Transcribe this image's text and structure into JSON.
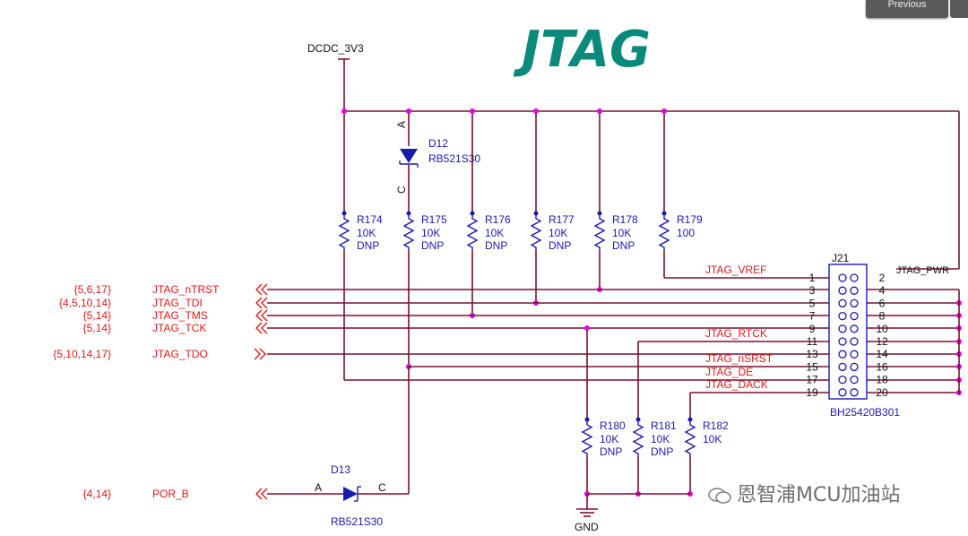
{
  "title": "JTAG",
  "nav": {
    "previous_label": "Previous"
  },
  "watermark": "恩智浦MCU加油站",
  "power": {
    "net": "DCDC_3V3",
    "ground": "GND"
  },
  "diodes": [
    {
      "ref": "D12",
      "value": "RB521S30",
      "anode": "A",
      "cathode": "C"
    },
    {
      "ref": "D13",
      "value": "RB521S30",
      "anode": "A",
      "cathode": "C"
    }
  ],
  "resistors_top": [
    {
      "ref": "R174",
      "value": "10K",
      "note": "DNP"
    },
    {
      "ref": "R175",
      "value": "10K",
      "note": "DNP"
    },
    {
      "ref": "R176",
      "value": "10K",
      "note": "DNP"
    },
    {
      "ref": "R177",
      "value": "10K",
      "note": "DNP"
    },
    {
      "ref": "R178",
      "value": "10K",
      "note": "DNP"
    },
    {
      "ref": "R179",
      "value": "100",
      "note": ""
    }
  ],
  "resistors_bottom": [
    {
      "ref": "R180",
      "value": "10K",
      "note": "DNP"
    },
    {
      "ref": "R181",
      "value": "10K",
      "note": "DNP"
    },
    {
      "ref": "R182",
      "value": "10K",
      "note": ""
    }
  ],
  "ports": [
    {
      "sheets": "{5,6,17}",
      "net": "JTAG_nTRST"
    },
    {
      "sheets": "{4,5,10,14}",
      "net": "JTAG_TDI"
    },
    {
      "sheets": "{5,14}",
      "net": "JTAG_TMS"
    },
    {
      "sheets": "{5,14}",
      "net": "JTAG_TCK"
    },
    {
      "sheets": "{5,10,14,17}",
      "net": "JTAG_TDO"
    },
    {
      "sheets": "{4,14}",
      "net": "POR_B"
    }
  ],
  "connector": {
    "ref": "J21",
    "part": "BH25420B301",
    "odd_pins": [
      "1",
      "3",
      "5",
      "7",
      "9",
      "11",
      "13",
      "15",
      "17",
      "19"
    ],
    "even_pins": [
      "2",
      "4",
      "6",
      "8",
      "10",
      "12",
      "14",
      "16",
      "18",
      "20"
    ]
  },
  "connector_nets": {
    "vref": "JTAG_VREF",
    "pwr": "JTAG_PWR",
    "rtck": "JTAG_RTCK",
    "nsrst": "JTAG_nSRST",
    "de": "JTAG_DE",
    "dack": "JTAG_DACK"
  }
}
